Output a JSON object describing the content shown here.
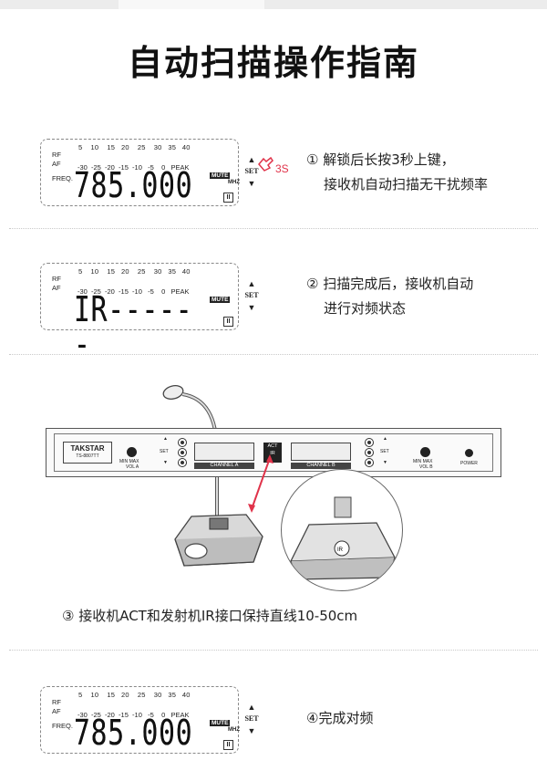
{
  "title": "自动扫描操作指南",
  "lcd": {
    "rf": "RF",
    "af": "AF",
    "freq_label": "FREQ.",
    "scale_top": "5    10    15   20    25    30   35   40",
    "scale_bottom": "-30  -25  -20  -15  -10   -5    0   PEAK",
    "mute": "MUTE",
    "mhz": "MHZ",
    "channel": "II",
    "freq_value": "785.000",
    "pairing_value": "IR------"
  },
  "controls": {
    "set": "SET",
    "up": "▲",
    "down": "▼",
    "press_hint": "3S"
  },
  "steps": {
    "s1_line1": "① 解锁后长按3秒上键，",
    "s1_line2": "接收机自动扫描无干扰频率",
    "s2_line1": "② 扫描完成后，接收机自动",
    "s2_line2": "进行对频状态",
    "s3": "③ 接收机ACT和发射机IR接口保持直线10-50cm",
    "s4": "④完成对频"
  },
  "receiver": {
    "brand": "TAKSTAR",
    "model": "TS-8807TT",
    "min": "MIN",
    "max": "MAX",
    "vol_a": "VOL A",
    "vol_b": "VOL B",
    "channel_a": "CHANNEL A",
    "channel_b": "CHANNEL B",
    "act": "ACT",
    "ir": "IR",
    "power": "POWER",
    "set": "SET"
  }
}
